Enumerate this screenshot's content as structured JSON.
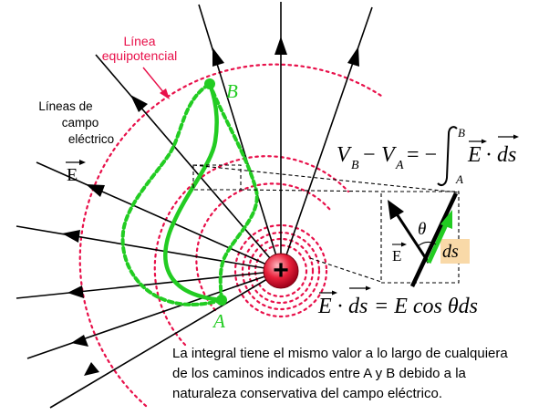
{
  "labels": {
    "equipotential": [
      "Línea",
      "equipotencial"
    ],
    "field_lines": [
      "Líneas de",
      "campo",
      "eléctrico"
    ],
    "point_a": "A",
    "point_b": "B",
    "charge": "+",
    "e_vector": "E",
    "theta": "θ",
    "ds": "ds"
  },
  "equations": {
    "potential_difference": {
      "lhs": "V",
      "sub_b": "B",
      "minus": "−",
      "sub_a": "A",
      "equals": "= −",
      "upper_limit": "B",
      "lower_limit": "A",
      "integrand_e": "E",
      "dot": "·",
      "integrand_ds": "ds"
    },
    "dot_product": {
      "e": "E",
      "dot": "·",
      "ds": "ds",
      "rhs": "= E cos θds"
    }
  },
  "caption": [
    "La integral tiene el mismo valor a lo largo de cualquiera",
    "de los caminos indicados entre A y B debido a la",
    "naturaleza conservativa del campo eléctrico."
  ],
  "colors": {
    "field_line": "#000000",
    "equipotential": "#e8104a",
    "path": "#22cc22",
    "charge_fill": "#e8203a",
    "ds_highlight": "#f9d9a8"
  }
}
